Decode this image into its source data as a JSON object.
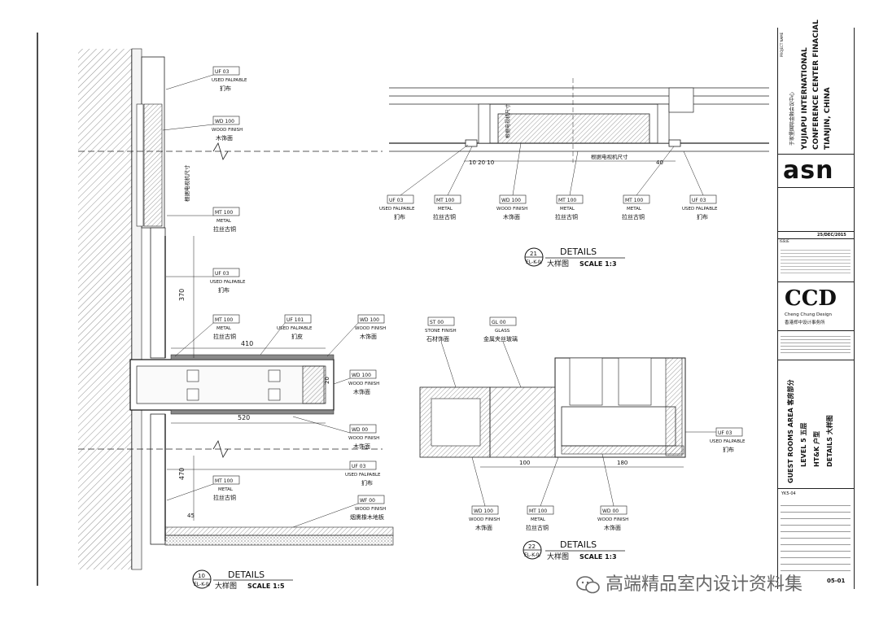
{
  "details": {
    "d10": {
      "num": "10",
      "sheet": "EL-K-0/",
      "title": "DETAILS",
      "subtitle": "大样图",
      "scale": "SCALE 1:5"
    },
    "d21": {
      "num": "21",
      "sheet": "EL-K-0/",
      "title": "DETAILS",
      "subtitle": "大样图",
      "scale": "SCALE 1:3"
    },
    "d22": {
      "num": "22",
      "sheet": "EL-K-0/",
      "title": "DETAILS",
      "subtitle": "大样图",
      "scale": "SCALE 1:3"
    }
  },
  "tags_left": [
    {
      "code": "UF 03",
      "en": "USED FALPABLE",
      "cn": "扪布"
    },
    {
      "code": "WD 100",
      "en": "WOOD FINISH",
      "cn": "木饰面"
    },
    {
      "code": "MT 100",
      "en": "METAL",
      "cn": "拉丝古铜"
    },
    {
      "code": "UF 03",
      "en": "USED FALPABLE",
      "cn": "扪布"
    },
    {
      "code": "MT 100",
      "en": "METAL",
      "cn": "拉丝古铜"
    },
    {
      "code": "UF 101",
      "en": "USED FALPABLE",
      "cn": "扪皮"
    },
    {
      "code": "WD 100",
      "en": "WOOD FINISH",
      "cn": "木饰面"
    },
    {
      "code": "WD 100",
      "en": "WOOD FINISH",
      "cn": "木饰面"
    },
    {
      "code": "WD 00",
      "en": "WOOD FINISH",
      "cn": "木饰面"
    },
    {
      "code": "UF 03",
      "en": "USED FALPABLE",
      "cn": "扪布"
    },
    {
      "code": "MT 100",
      "en": "METAL",
      "cn": "拉丝古铜"
    },
    {
      "code": "WF 00",
      "en": "WOOD FINISH",
      "cn": "烟熏橡木地板"
    }
  ],
  "tags_top": [
    {
      "code": "UF 03",
      "en": "USED FALPABLE",
      "cn": "扪布"
    },
    {
      "code": "MT 100",
      "en": "METAL",
      "cn": "拉丝古铜"
    },
    {
      "code": "WD 100",
      "en": "WOOD FINISH",
      "cn": "木饰面"
    },
    {
      "code": "MT 100",
      "en": "METAL",
      "cn": "拉丝古铜"
    },
    {
      "code": "MT 100",
      "en": "METAL",
      "cn": "拉丝古铜"
    },
    {
      "code": "UF 03",
      "en": "USED FALPABLE",
      "cn": "扪布"
    }
  ],
  "tags_bottom": [
    {
      "code": "ST 00",
      "en": "STONE FINISH",
      "cn": "石材饰面"
    },
    {
      "code": "GL 00",
      "en": "GLASS",
      "cn": "金属夹丝玻璃"
    },
    {
      "code": "UF 03",
      "en": "USED FALPABLE",
      "cn": "扪布"
    },
    {
      "code": "WD 100",
      "en": "WOOD FINISH",
      "cn": "木饰面"
    },
    {
      "code": "MT 100",
      "en": "METAL",
      "cn": "拉丝古铜"
    },
    {
      "code": "WD 00",
      "en": "WOOD FINISH",
      "cn": "木饰面"
    }
  ],
  "dims": {
    "d370": "370",
    "d410": "410",
    "d520": "520",
    "d470": "470",
    "d45": "45",
    "d20": "20",
    "d100": "100",
    "d180": "180",
    "d40": "40",
    "d1020": "10 20 10",
    "tv_note": "根据电视机尺寸",
    "tv_note2": "根据电视机尺寸"
  },
  "titleblock": {
    "project_label": "PROJECT NAME",
    "project_cn": "于家堡国际金融会议中心",
    "project_en1": "YUJIAPU INTERNATIONAL",
    "project_en2": "CONFERENCE CENTER FINACIAL",
    "project_en3": "TIANJIN, CHINA",
    "asn": "asn",
    "date": "25/DEC/2015",
    "issue": "ISSUE",
    "ccd": "CCD",
    "ccd_sub": "Cheng Chung Design",
    "ccd_cn": "香港郑中设计事务所",
    "drawing_title1": "GUEST ROOMS AREA 客房部分",
    "drawing_title2": "LEVEL 5 五层",
    "drawing_title3": "HT&K 户型",
    "drawing_title4": "DETAILS 大样图",
    "drawing_no": "YK5-04",
    "sheet_no": "05-01"
  },
  "watermark": "高端精品室内设计资料集"
}
